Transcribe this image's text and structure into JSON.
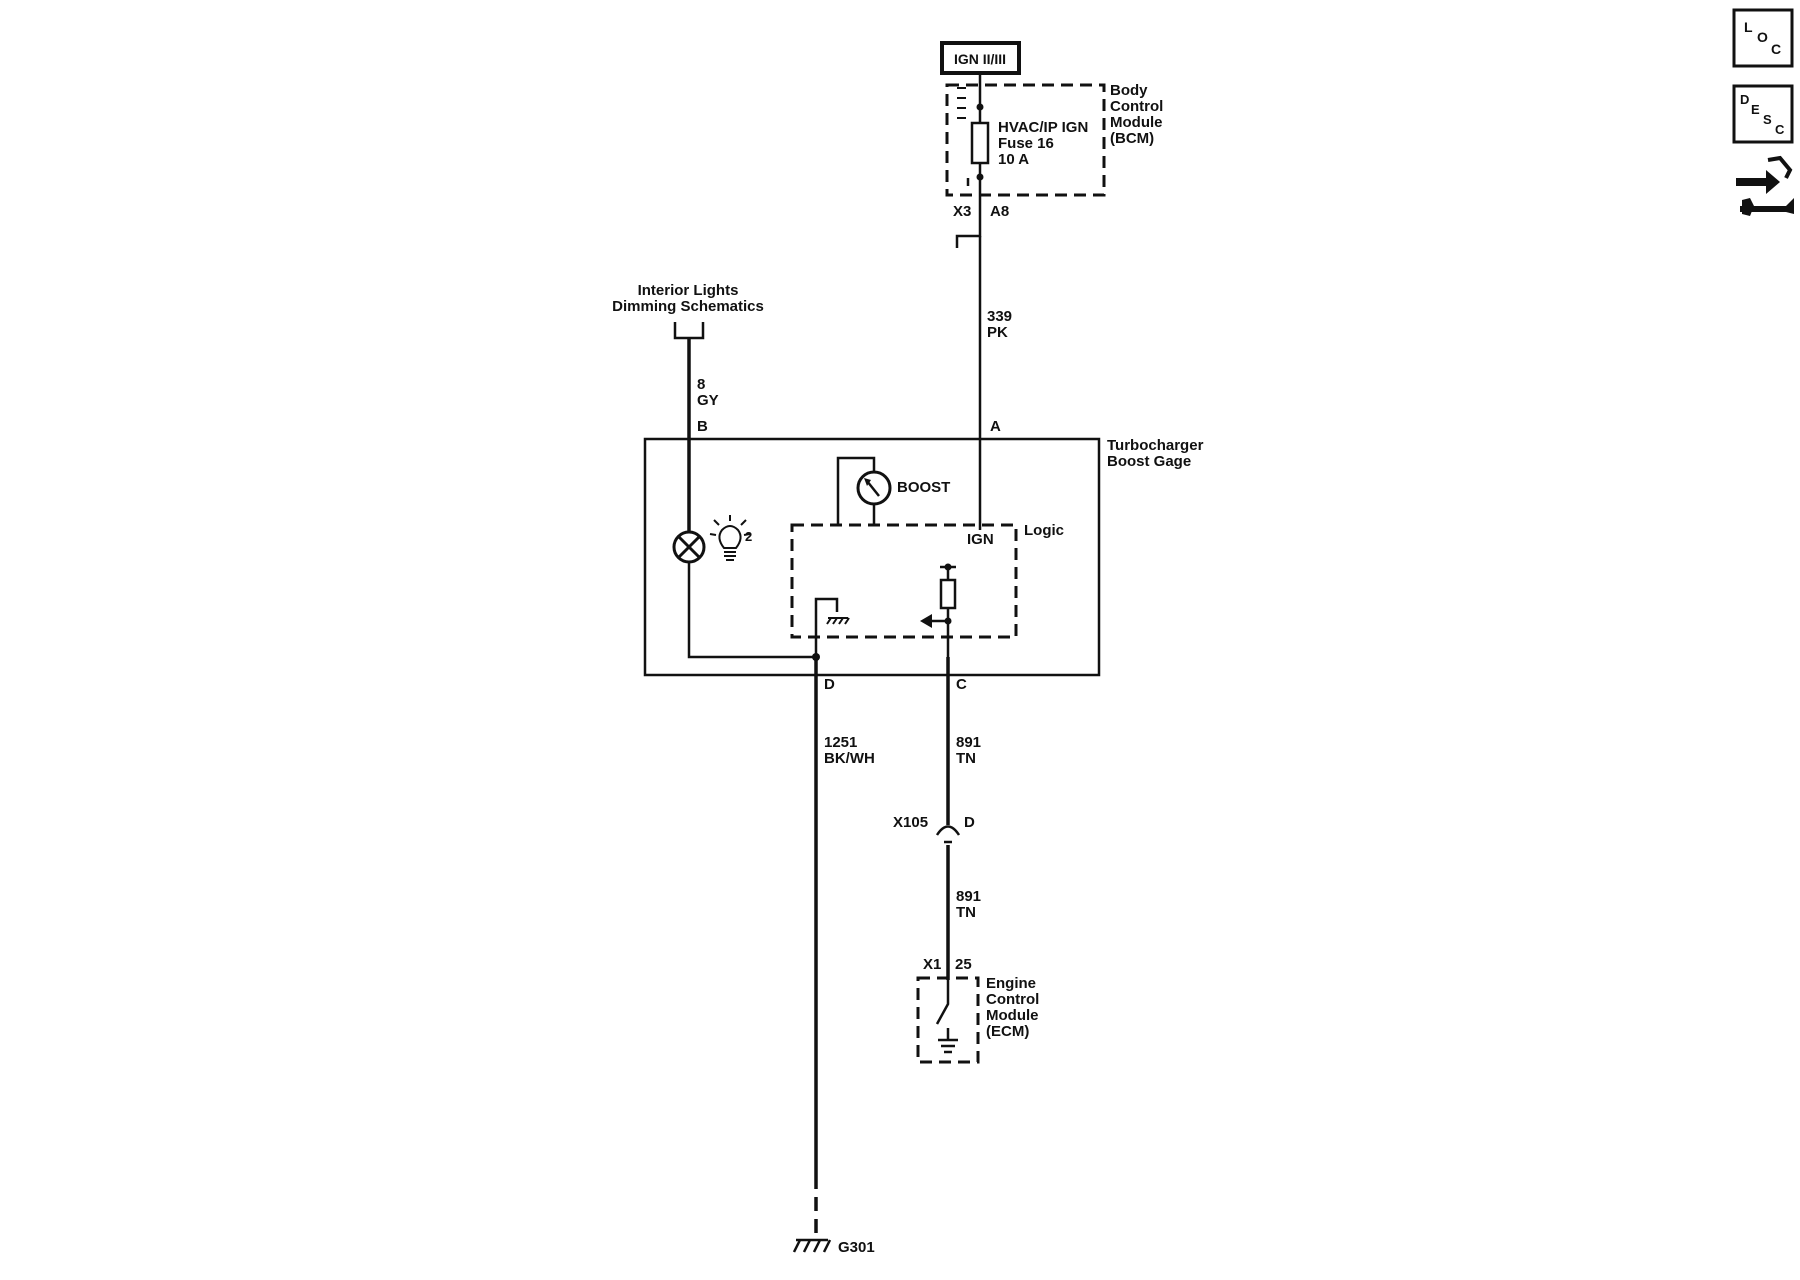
{
  "power_source": {
    "label": "IGN II/III"
  },
  "bcm": {
    "name": "Body\nControl\nModule\n(BCM)",
    "fuse_lines": [
      "HVAC/IP IGN",
      "Fuse 16",
      "10 A"
    ],
    "connector": "X3",
    "pin": "A8"
  },
  "wires": {
    "pk": {
      "circuit": "339",
      "color": "PK"
    },
    "gy": {
      "circuit": "8",
      "color": "GY"
    },
    "bkwh": {
      "circuit": "1251",
      "color": "BK/WH"
    },
    "tn_upper": {
      "circuit": "891",
      "color": "TN"
    },
    "tn_lower": {
      "circuit": "891",
      "color": "TN"
    }
  },
  "dimming": {
    "lines": [
      "Interior Lights",
      "Dimming Schematics"
    ]
  },
  "gage": {
    "name_lines": [
      "Turbocharger",
      "Boost Gage"
    ],
    "pin_a": "A",
    "pin_b": "B",
    "pin_c": "C",
    "pin_d": "D",
    "boost_label": "BOOST",
    "logic_label": "Logic",
    "ign_label": "IGN",
    "bulb_superscript": "2"
  },
  "inline_connector": {
    "name": "X105",
    "pin": "D"
  },
  "ecm": {
    "connector": "X1",
    "pin": "25",
    "name_lines": [
      "Engine",
      "Control",
      "Module",
      "(ECM)"
    ]
  },
  "ground": {
    "label": "G301"
  },
  "side_icons": [
    {
      "name": "loc-icon",
      "letters": [
        "L",
        "O",
        "C"
      ]
    },
    {
      "name": "desc-icon",
      "letters": [
        "D",
        "E",
        "S",
        "C"
      ]
    },
    {
      "name": "connector-repair-icon",
      "letters": []
    }
  ]
}
